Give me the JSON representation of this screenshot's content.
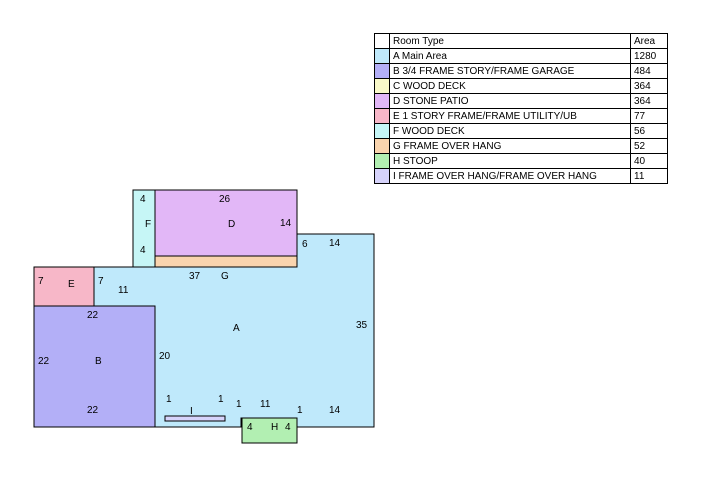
{
  "legend": {
    "header_type": "Room Type",
    "header_area": "Area",
    "rows": [
      {
        "name": "A Main Area",
        "area": "1280",
        "color": "#bfe9fb"
      },
      {
        "name": "B 3/4 FRAME STORY/FRAME GARAGE",
        "area": "484",
        "color": "#b3aff7"
      },
      {
        "name": "C WOOD DECK",
        "area": "364",
        "color": "#f9f9c9"
      },
      {
        "name": "D STONE PATIO",
        "area": "364",
        "color": "#e2b7f7"
      },
      {
        "name": "E 1 STORY FRAME/FRAME UTILITY/UB",
        "area": "77",
        "color": "#f7b7c8"
      },
      {
        "name": "F WOOD DECK",
        "area": "56",
        "color": "#c6f6f6"
      },
      {
        "name": "G FRAME OVER HANG",
        "area": "52",
        "color": "#f9d4ae"
      },
      {
        "name": "H STOOP",
        "area": "40",
        "color": "#b2efb2"
      },
      {
        "name": "I FRAME OVER HANG/FRAME OVER HANG",
        "area": "11",
        "color": "#d6d3fb"
      }
    ]
  },
  "plan": {
    "labels": {
      "F_top": "4",
      "F_name": "F",
      "F_bottom": "4",
      "D_top": "26",
      "D_name": "D",
      "D_right": "14",
      "A_step_6": "6",
      "A_step_14": "14",
      "G_37": "37",
      "G_name": "G",
      "E_7": "7",
      "E_name": "E",
      "E_right_7": "7",
      "A_11": "11",
      "A_name": "A",
      "A_35": "35",
      "B_top": "22",
      "B_left": "22",
      "B_name": "B",
      "B_bottom": "22",
      "A_20": "20",
      "I_1a": "1",
      "I_name": "I",
      "I_1b": "1",
      "A_1c": "1",
      "A_11b": "11",
      "A_1d": "1",
      "A_14b": "14",
      "H_4a": "4",
      "H_name": "H",
      "H_4b": "4"
    }
  }
}
